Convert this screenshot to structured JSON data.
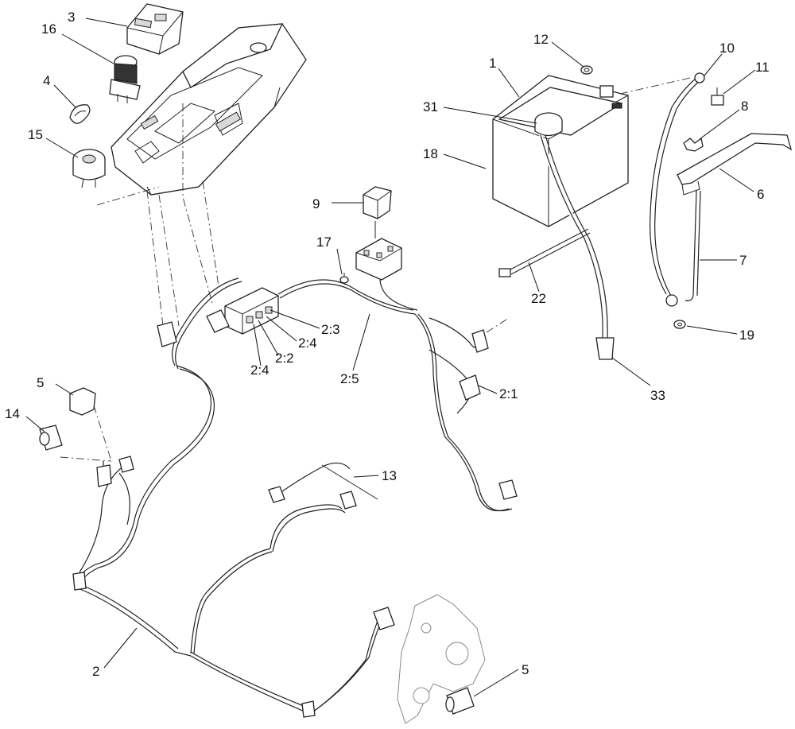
{
  "callouts": {
    "c1": "1",
    "c2": "2",
    "c2_1": "2:1",
    "c2_2": "2:2",
    "c2_3": "2:3",
    "c2_4a": "2:4",
    "c2_4b": "2:4",
    "c2_5": "2:5",
    "c3": "3",
    "c4": "4",
    "c5a": "5",
    "c5b": "5",
    "c6": "6",
    "c7": "7",
    "c8": "8",
    "c9": "9",
    "c10": "10",
    "c11": "11",
    "c12": "12",
    "c13": "13",
    "c14": "14",
    "c15": "15",
    "c16": "16",
    "c17": "17",
    "c18": "18",
    "c19": "19",
    "c22": "22",
    "c31": "31",
    "c33": "33"
  },
  "parts": [
    {
      "id": "console-panel",
      "icon": "control-panel-bracket"
    },
    {
      "id": "battery",
      "icon": "battery"
    },
    {
      "id": "wire-harness",
      "icon": "wire-harness"
    },
    {
      "id": "hour-meter",
      "icon": "hour-meter"
    },
    {
      "id": "switch",
      "icon": "switch"
    },
    {
      "id": "relay",
      "icon": "relay"
    },
    {
      "id": "key-switch",
      "icon": "key-switch"
    },
    {
      "id": "battery-cable",
      "icon": "cable"
    },
    {
      "id": "battery-hold-down",
      "icon": "bracket"
    }
  ]
}
